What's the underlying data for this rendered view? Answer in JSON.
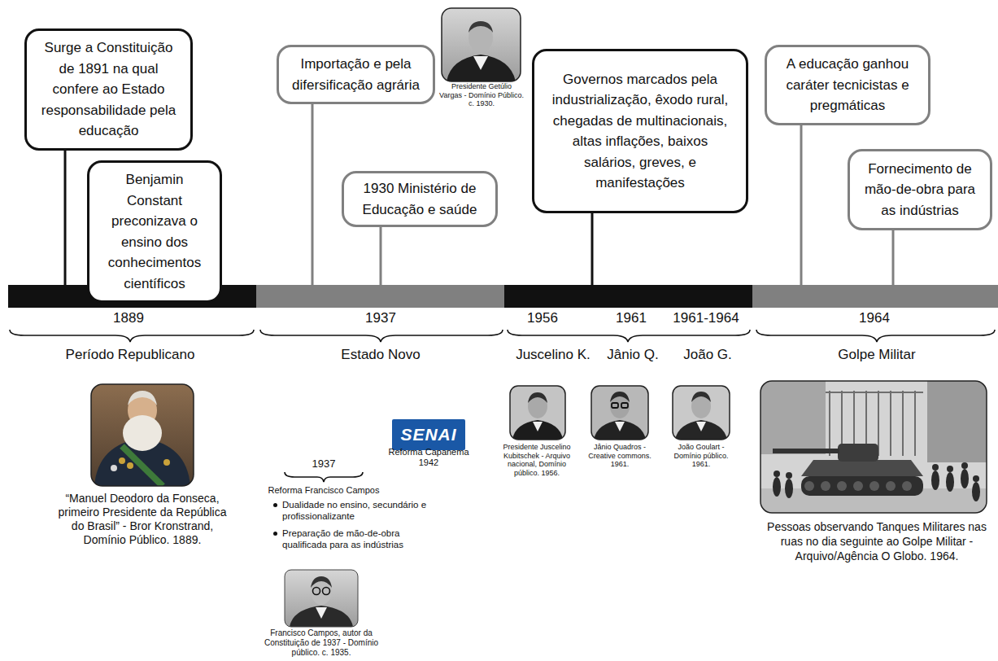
{
  "diagram": {
    "nodes": [
      {
        "text": [
          "Surge a Constituição de 1891 na qual confere ao Estado responsabilidade pela educação"
        ]
      },
      {
        "text": [
          "Benjamin Constant preconizava o ensino dos conhecimentos científicos"
        ]
      },
      {
        "text": [
          "Importação e pela difersificação agrária"
        ]
      },
      {
        "text": [
          "1930 Ministério de Educação e saúde"
        ]
      },
      {
        "text": [
          "Governos marcados pela industrialização, êxodo rural, chegadas de multinacionais, altas inflações, baixos salários, greves, e manifestações"
        ]
      },
      {
        "text": [
          "A educação ganhou caráter tecnicistas e pregmáticas"
        ]
      },
      {
        "text": [
          "Fornecimento de mão-de-obra para as indústrias"
        ]
      },
      {
        "text": [
          "SENAI"
        ]
      }
    ],
    "labels": [
      "Presidente Getúlio Vargas - Domínio Público. c. 1930.",
      "1889",
      "1937",
      "1956",
      "1961",
      "1961-1964",
      "1964",
      "Período Republicano",
      "Estado Novo",
      "Juscelino K.",
      "Jânio Q.",
      "João G.",
      "Golpe Militar",
      "“Manuel Deodoro da Fonseca, primeiro Presidente da República do Brasil” - Bror Kronstrand, Domínio Público. 1889.",
      "1937",
      "Reforma Francisco Campos",
      "Dualidade no ensino, secundário e profissionalizante",
      "Preparação de mão-de-obra qualificada para as indústrias",
      "Reforma Capanema",
      "1942",
      "Francisco Campos, autor da Constituição de 1937 - Domínio público. c. 1935.",
      "Presidente Juscelino Kubitschek - Arquivo nacional, Domínio público. 1956.",
      "Jânio Quadros - Creative commons. 1961.",
      "João Goulart - Domínio público. 1961.",
      "Pessoas observando Tanques Militares nas ruas no dia seguinte ao Golpe Militar - Arquivo/Agência O Globo. 1964."
    ]
  }
}
